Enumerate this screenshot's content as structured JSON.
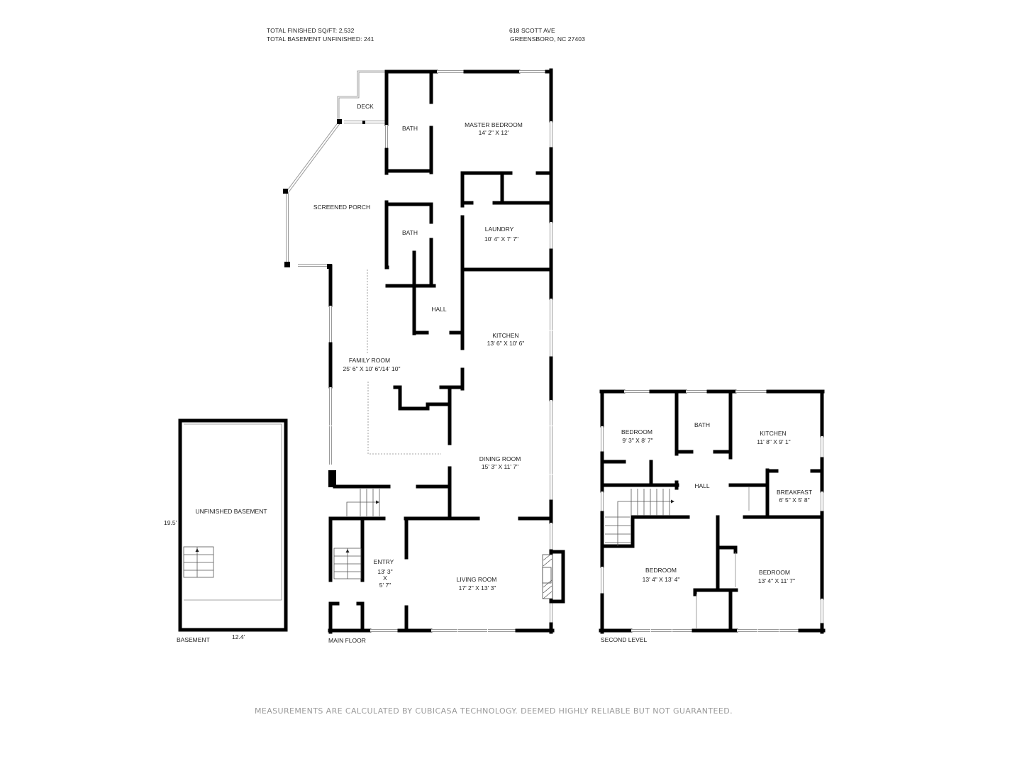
{
  "header": {
    "total_finished": "TOTAL FINISHED SQ/FT: 2,532",
    "total_basement": "TOTAL BASEMENT UNFINISHED: 241",
    "address_line1": "618 SCOTT AVE",
    "address_line2": "GREENSBORO, NC 27403"
  },
  "levels": {
    "basement": {
      "label": "BASEMENT",
      "rooms": [
        {
          "name": "UNFINISHED BASEMENT",
          "dims": ""
        }
      ],
      "dim_height": "19.5'",
      "dim_width": "12.4'"
    },
    "main_floor": {
      "label": "MAIN FLOOR",
      "rooms": [
        {
          "name": "DECK",
          "dims": ""
        },
        {
          "name": "BATH",
          "dims": ""
        },
        {
          "name": "MASTER BEDROOM",
          "dims": "14' 2\" X 12'"
        },
        {
          "name": "SCREENED PORCH",
          "dims": ""
        },
        {
          "name": "BATH",
          "dims": ""
        },
        {
          "name": "LAUNDRY",
          "dims": "10' 4\" X 7' 7\""
        },
        {
          "name": "HALL",
          "dims": ""
        },
        {
          "name": "KITCHEN",
          "dims": "13' 6\" X 10' 6\""
        },
        {
          "name": "FAMILY ROOM",
          "dims": "25' 6\" X 10' 6\"/14' 10\""
        },
        {
          "name": "DINING ROOM",
          "dims": "15' 3\" X 11' 7\""
        },
        {
          "name": "ENTRY",
          "dims_lines": [
            "13' 3\"",
            "X",
            "5' 7\""
          ]
        },
        {
          "name": "LIVING ROOM",
          "dims": "17' 2\" X 13' 3\""
        }
      ]
    },
    "second_level": {
      "label": "SECOND LEVEL",
      "rooms": [
        {
          "name": "BEDROOM",
          "dims": "9' 3\" X 8' 7\""
        },
        {
          "name": "BATH",
          "dims": ""
        },
        {
          "name": "KITCHEN",
          "dims": "11' 8\" X 9' 1\""
        },
        {
          "name": "HALL",
          "dims": ""
        },
        {
          "name": "BREAKFAST",
          "dims": "6' 5\" X 5' 8\""
        },
        {
          "name": "BEDROOM",
          "dims": "13' 4\" X 13' 4\""
        },
        {
          "name": "BEDROOM",
          "dims": "13' 4\" X 11' 7\""
        }
      ]
    }
  },
  "footer": {
    "disclaimer": "MEASUREMENTS ARE CALCULATED BY CUBICASA TECHNOLOGY. DEEMED HIGHLY RELIABLE BUT NOT GUARANTEED."
  }
}
